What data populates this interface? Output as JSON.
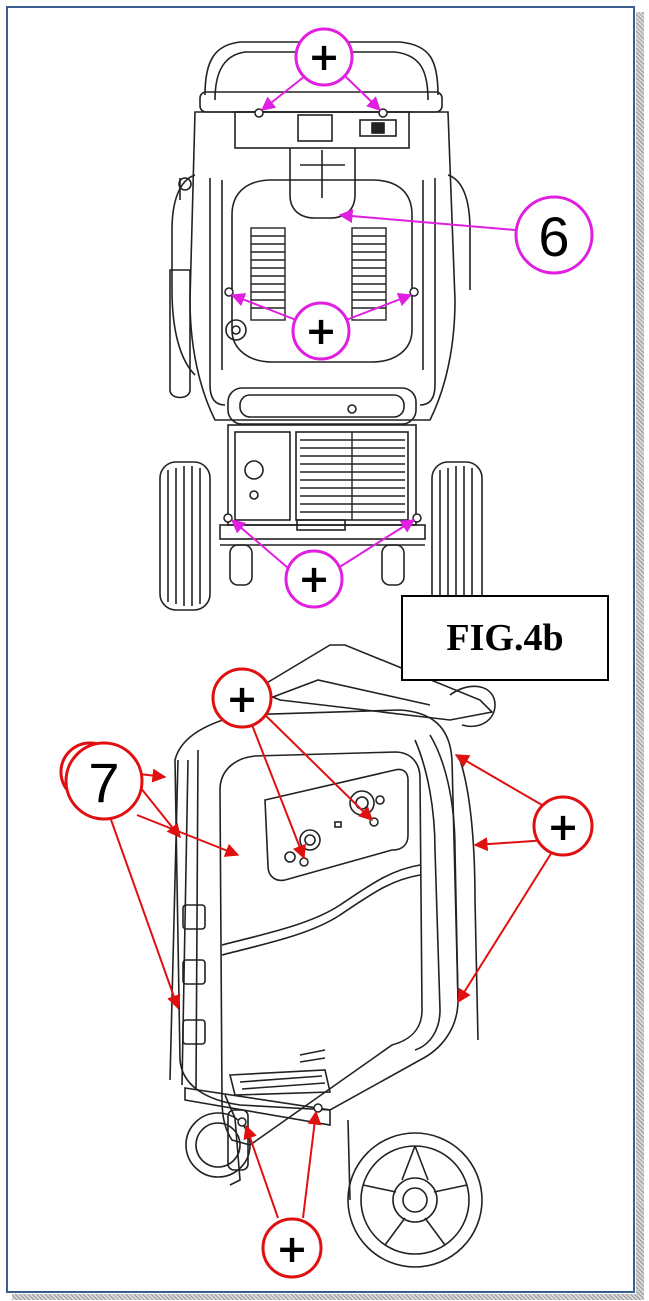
{
  "figure": {
    "label": "FIG.4b"
  },
  "callouts": {
    "plus_symbol": "+",
    "number_6": "6",
    "number_7": "7"
  },
  "colors": {
    "frame": "#3a5f8f",
    "magenta_callout": "#e01fe0",
    "red_callout": "#e01010",
    "line_art": "#222222"
  }
}
